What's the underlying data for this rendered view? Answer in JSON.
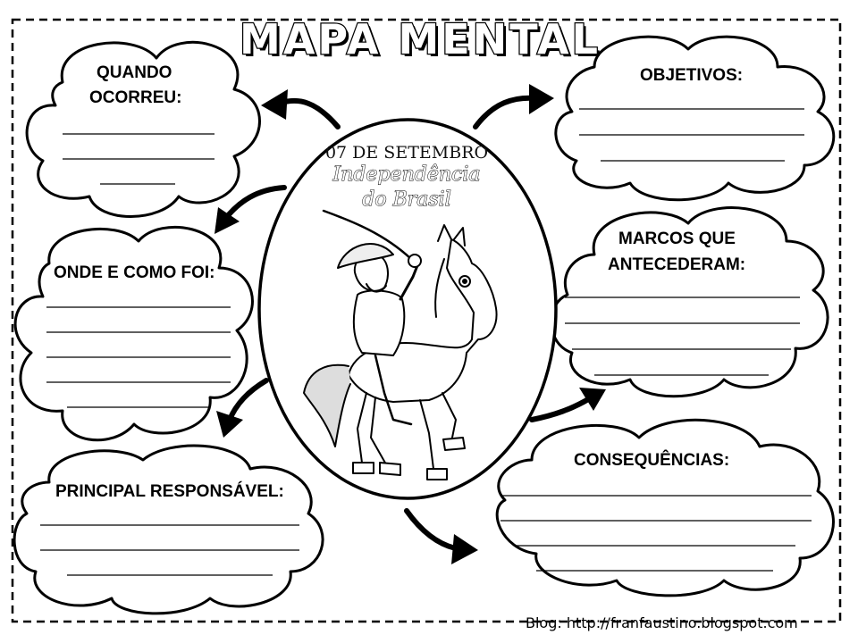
{
  "title": "MAPA MENTAL",
  "center": {
    "date": "07 DE SETEMBRO",
    "subtitle_line1": "Independência",
    "subtitle_line2": "do Brasil"
  },
  "clouds": {
    "quando": {
      "line1": "QUANDO",
      "line2": "OCORREU:"
    },
    "onde": {
      "label": "ONDE E COMO FOI:"
    },
    "principal": {
      "label": "PRINCIPAL RESPONSÁVEL:"
    },
    "objetivos": {
      "label": "OBJETIVOS:"
    },
    "marcos": {
      "line1": "MARCOS QUE",
      "line2": "ANTECEDERAM:"
    },
    "consequencias": {
      "label": "CONSEQUÊNCIAS:"
    }
  },
  "footer": "Blog: http://franfaustino.blogspot.com"
}
